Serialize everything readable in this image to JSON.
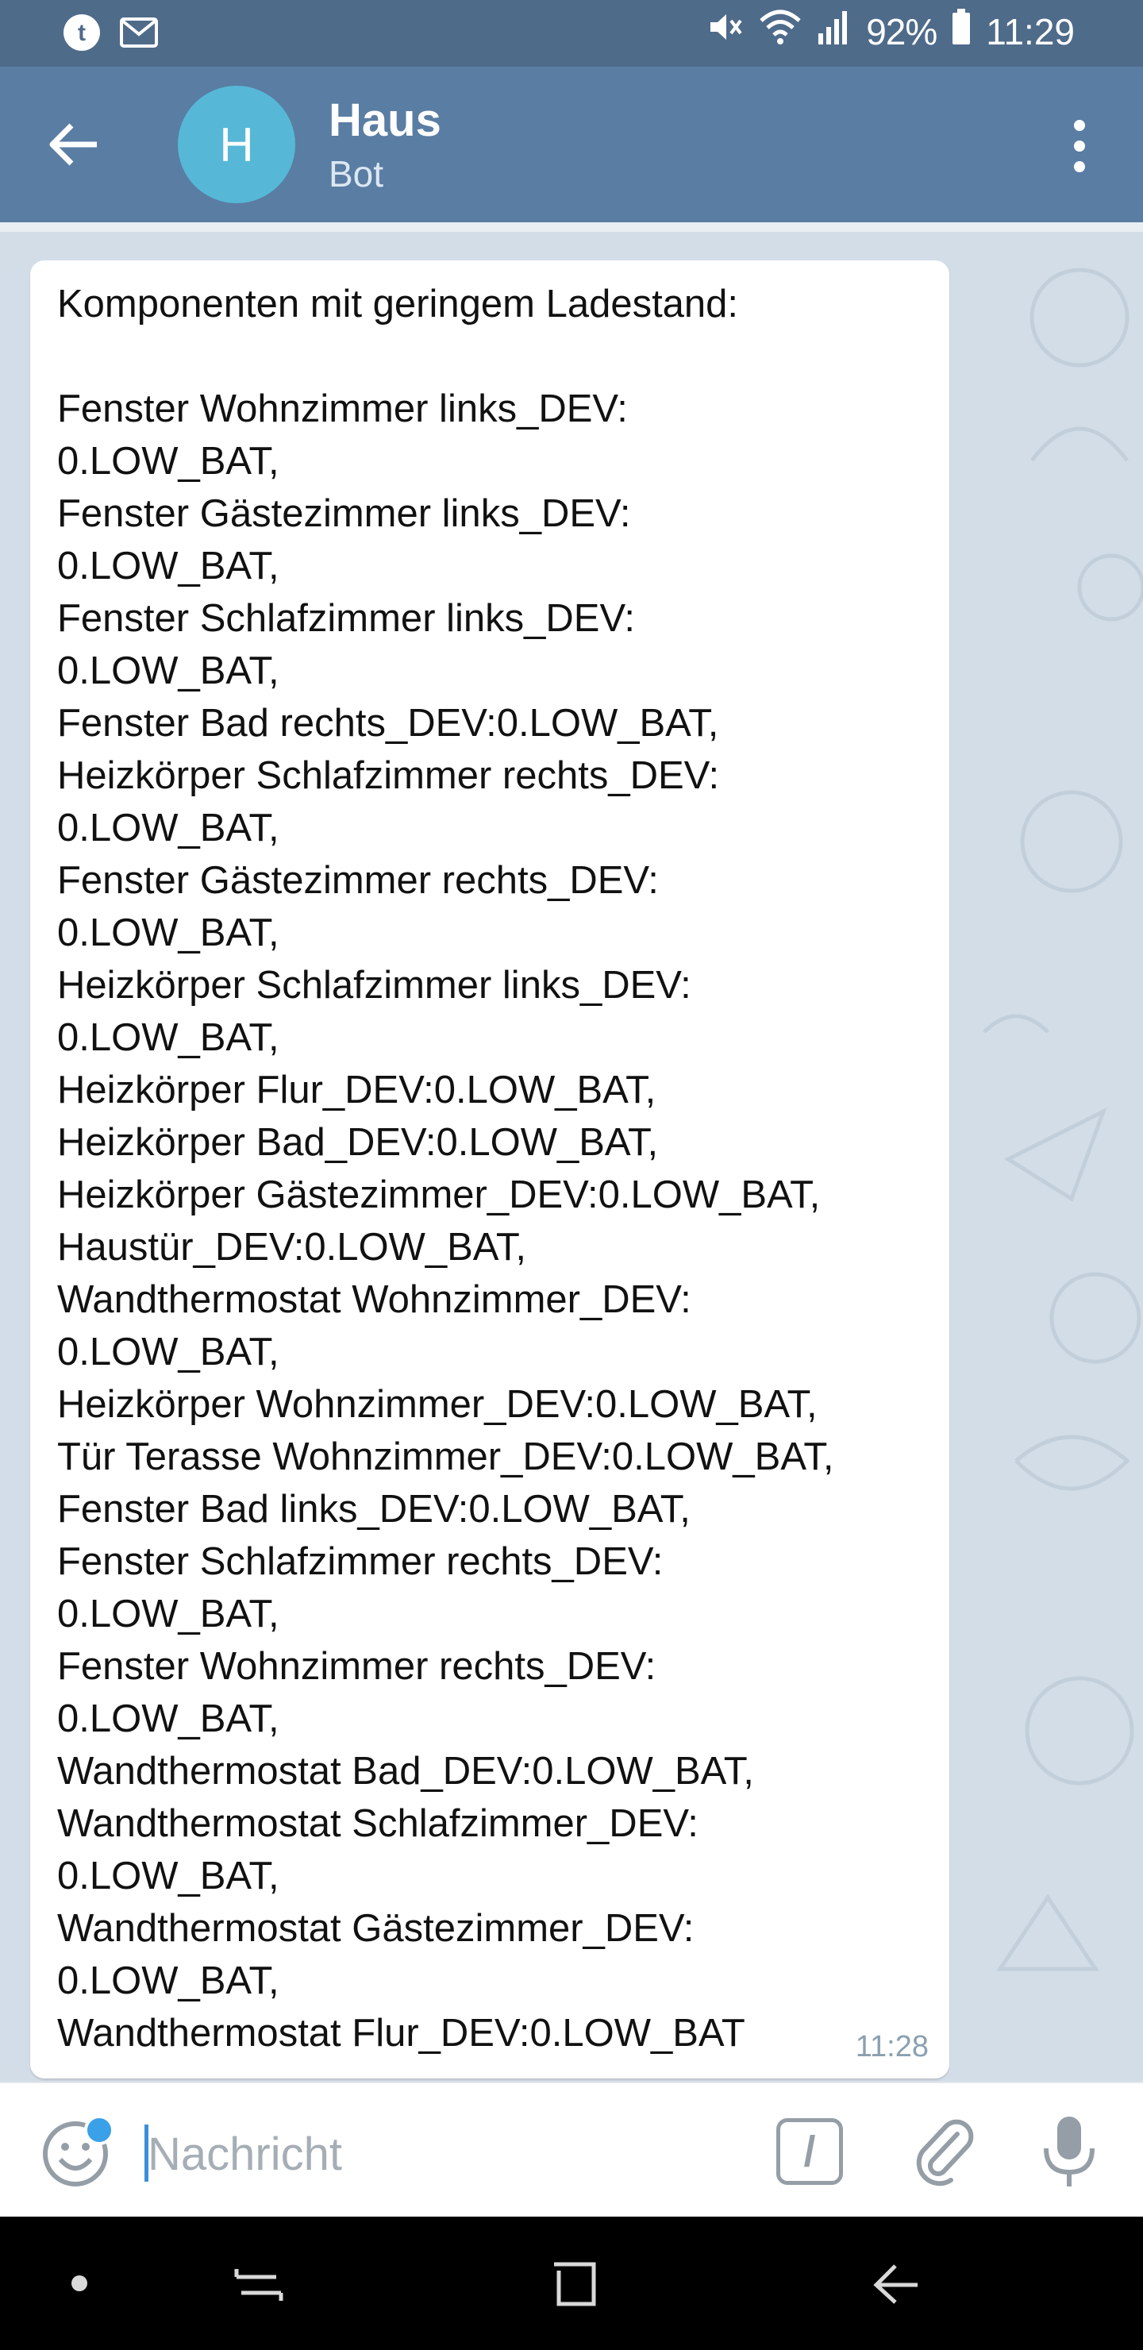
{
  "status_bar": {
    "battery_percent": "92%",
    "time": "11:29",
    "left_icons": [
      "tumblr-icon",
      "mail-icon"
    ],
    "right_icons": [
      "mute-icon",
      "wifi-icon",
      "signal-icon",
      "battery-icon"
    ]
  },
  "header": {
    "avatar_letter": "H",
    "title": "Haus",
    "subtitle": "Bot",
    "colors": {
      "bar": "#5a7da3",
      "avatar": "#56b8d6"
    }
  },
  "message": {
    "text": "Komponenten mit geringem Ladestand:\n\nFenster Wohnzimmer links_DEV:\n0.LOW_BAT,\nFenster Gästezimmer links_DEV:\n0.LOW_BAT,\nFenster Schlafzimmer links_DEV:\n0.LOW_BAT,\nFenster Bad rechts_DEV:0.LOW_BAT,\nHeizkörper Schlafzimmer rechts_DEV:\n0.LOW_BAT,\nFenster Gästezimmer rechts_DEV:\n0.LOW_BAT,\nHeizkörper Schlafzimmer links_DEV:\n0.LOW_BAT,\nHeizkörper Flur_DEV:0.LOW_BAT,\nHeizkörper Bad_DEV:0.LOW_BAT,\nHeizkörper Gästezimmer_DEV:0.LOW_BAT,\nHaustür_DEV:0.LOW_BAT,\nWandthermostat Wohnzimmer_DEV:\n0.LOW_BAT,\nHeizkörper Wohnzimmer_DEV:0.LOW_BAT,\nTür Terasse Wohnzimmer_DEV:0.LOW_BAT,\nFenster Bad links_DEV:0.LOW_BAT,\nFenster Schlafzimmer rechts_DEV:\n0.LOW_BAT,\nFenster Wohnzimmer rechts_DEV:\n0.LOW_BAT,\nWandthermostat Bad_DEV:0.LOW_BAT,\nWandthermostat Schlafzimmer_DEV:\n0.LOW_BAT,\nWandthermostat Gästezimmer_DEV:\n0.LOW_BAT,\nWandthermostat Flur_DEV:0.LOW_BAT",
    "time": "11:28"
  },
  "input_bar": {
    "placeholder": "Nachricht",
    "value": "",
    "command_glyph": "/",
    "icons": [
      "emoji-icon",
      "command-icon",
      "attach-icon",
      "microphone-icon"
    ]
  },
  "nav_bar": {
    "icons": [
      "dot-icon",
      "recent-apps-icon",
      "home-icon",
      "back-icon"
    ]
  }
}
